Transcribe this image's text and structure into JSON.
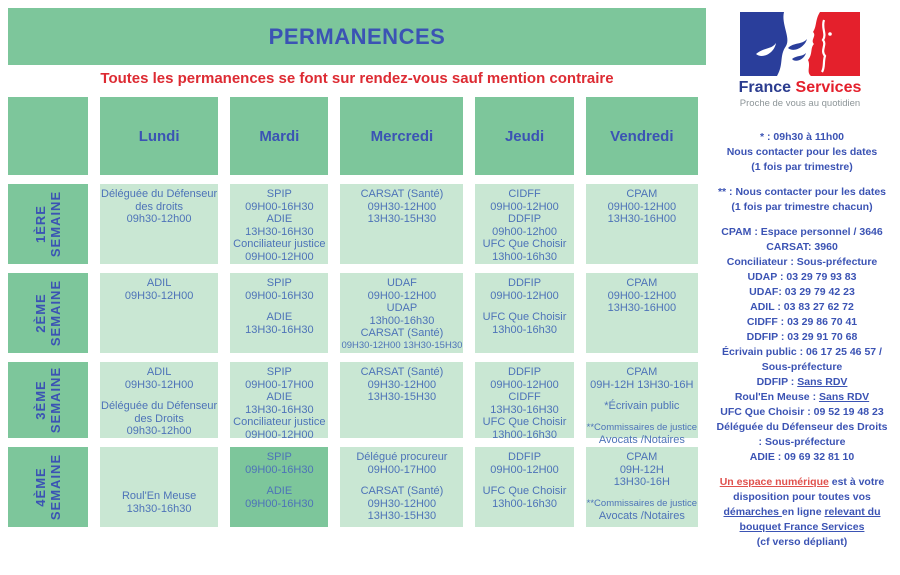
{
  "banner": {
    "title": "PERMANENCES"
  },
  "notice": {
    "text": "Toutes les permanences se font sur rendez-vous sauf mention contraire"
  },
  "days": [
    "Lundi",
    "Mardi",
    "Mercredi",
    "Jeudi",
    "Vendredi"
  ],
  "weeks": [
    {
      "label": [
        "1ÈRE",
        "SEMAINE"
      ],
      "cells": [
        {
          "lines": [
            "Déléguée du Défenseur",
            "des droits",
            "09h30-12h00"
          ]
        },
        {
          "lines": [
            "SPIP",
            "09H00-16H30",
            "ADIE",
            "13H30-16H30",
            "Conciliateur justice",
            "09H00-12H00"
          ]
        },
        {
          "lines": [
            "CARSAT (Santé)",
            "09H30-12H00",
            "13H30-15H30"
          ]
        },
        {
          "lines": [
            "CIDFF",
            "09H00-12H00",
            "DDFIP",
            "09h00-12h00",
            "UFC Que Choisir",
            "13h00-16h30"
          ]
        },
        {
          "lines": [
            "CPAM",
            "09H00-12H00",
            "13H30-16H00"
          ]
        }
      ]
    },
    {
      "label": [
        "2ÈME",
        "SEMAINE"
      ],
      "cells": [
        {
          "lines": [
            "ADIL",
            "09H30-12H00"
          ]
        },
        {
          "lines": [
            "SPIP",
            "09H00-16H30",
            "",
            "ADIE",
            "13H30-16H30"
          ]
        },
        {
          "lines": [
            "UDAF",
            "09H00-12H00",
            "UDAP",
            "13h00-16h30",
            "CARSAT (Santé)",
            "09H30-12H00 13H30-15H30"
          ]
        },
        {
          "lines": [
            "DDFIP",
            "09H00-12H00",
            "",
            "UFC Que Choisir",
            "13h00-16h30"
          ]
        },
        {
          "lines": [
            "CPAM",
            "09H00-12H00",
            "13H30-16H00"
          ]
        }
      ]
    },
    {
      "label": [
        "3ÈME",
        "SEMAINE"
      ],
      "cells": [
        {
          "lines": [
            "ADIL",
            "09H30-12H00",
            "",
            "Déléguée du Défenseur",
            "des Droits",
            "09h30-12h00"
          ]
        },
        {
          "lines": [
            "SPIP",
            "09H00-17H00",
            "ADIE",
            "13H30-16H30",
            "Conciliateur justice",
            "09H00-12H00"
          ]
        },
        {
          "lines": [
            "CARSAT (Santé)",
            "09H30-12H00",
            "13H30-15H30"
          ]
        },
        {
          "lines": [
            "DDFIP",
            "09H00-12H00",
            "CIDFF",
            "13H30-16H30",
            "UFC Que Choisir",
            "13h00-16h30"
          ]
        },
        {
          "lines": [
            "CPAM",
            "09H-12H 13H30-16H",
            "",
            "*Écrivain public",
            "",
            "**Commissaires de justice",
            "Avocats /Notaires"
          ]
        }
      ]
    },
    {
      "label": [
        "4ÈME",
        "SEMAINE"
      ],
      "cells": [
        {
          "align": "bottom",
          "lines": [
            "Roul'En Meuse",
            "13h30-16h30"
          ]
        },
        {
          "dark": true,
          "lines": [
            "SPIP",
            "09H00-16H30",
            "",
            "ADIE",
            "09H00-16H30"
          ]
        },
        {
          "lines": [
            "Délégué procureur",
            "09H00-17H00",
            "",
            "CARSAT (Santé)",
            "09H30-12H00",
            "13H30-15H30"
          ]
        },
        {
          "lines": [
            "DDFIP",
            "09H00-12H00",
            "",
            "UFC Que Choisir",
            "13h00-16h30"
          ]
        },
        {
          "lines": [
            "CPAM",
            "09H-12H",
            "13H30-16H",
            "",
            "**Commissaires de justice",
            "Avocats /Notaires"
          ]
        }
      ]
    }
  ],
  "sidebar": {
    "logo": {
      "title_part1": "France",
      "title_part2": "Services",
      "subtitle": "Proche de vous au quotidien"
    },
    "lines": [
      "* : 09h30 à 11h00",
      "Nous contacter pour les dates",
      "(1 fois par trimestre)",
      {
        "gap": true
      },
      "** : Nous contacter pour les dates",
      "(1 fois par trimestre chacun)",
      {
        "gap": true
      },
      "CPAM : Espace personnel / 3646",
      "CARSAT: 3960",
      "Conciliateur : Sous-préfecture",
      "UDAP : 03 29 79 93 83",
      "UDAF: 03 29 79 42 23",
      "ADIL : 03 83 27 62 72",
      "CIDFF : 03 29 86 70 41",
      "DDFIP : 03 29 91 70 68",
      "Écrivain public : 06 17 25 46 57 /",
      "Sous-préfecture",
      {
        "seg": [
          [
            "DDFIP : ",
            ""
          ],
          [
            "Sans RDV",
            "u"
          ]
        ]
      },
      {
        "seg": [
          [
            "Roul'En Meuse : ",
            ""
          ],
          [
            "Sans RDV",
            "u"
          ]
        ]
      },
      "UFC Que Choisir : 09 52 19 48 23",
      "Déléguée du Défenseur des Droits",
      ": Sous-préfecture",
      "ADIE : 09 69 32 81 10",
      {
        "gap": true
      },
      {
        "wrap": true,
        "seg": [
          [
            "Un espace numérique",
            "ru"
          ],
          [
            " est à votre disposition pour toutes vos ",
            ""
          ],
          [
            "démarches ",
            "u"
          ],
          [
            "en ligne ",
            ""
          ],
          [
            "relevant du bouquet France Services",
            "u"
          ]
        ]
      },
      "(cf verso dépliant)"
    ]
  },
  "colors": {
    "green_dark": "#7dc69b",
    "green_light": "#c9e7d3",
    "blue_title": "#3b53b4",
    "blue_cell": "#4d73b8",
    "red": "#dd2b33",
    "red_light": "#e0514d",
    "logo_blue": "#2a3e9b",
    "logo_red": "#e4202c",
    "logo_navy": "#2b3c8f",
    "gray": "#8d9598"
  }
}
